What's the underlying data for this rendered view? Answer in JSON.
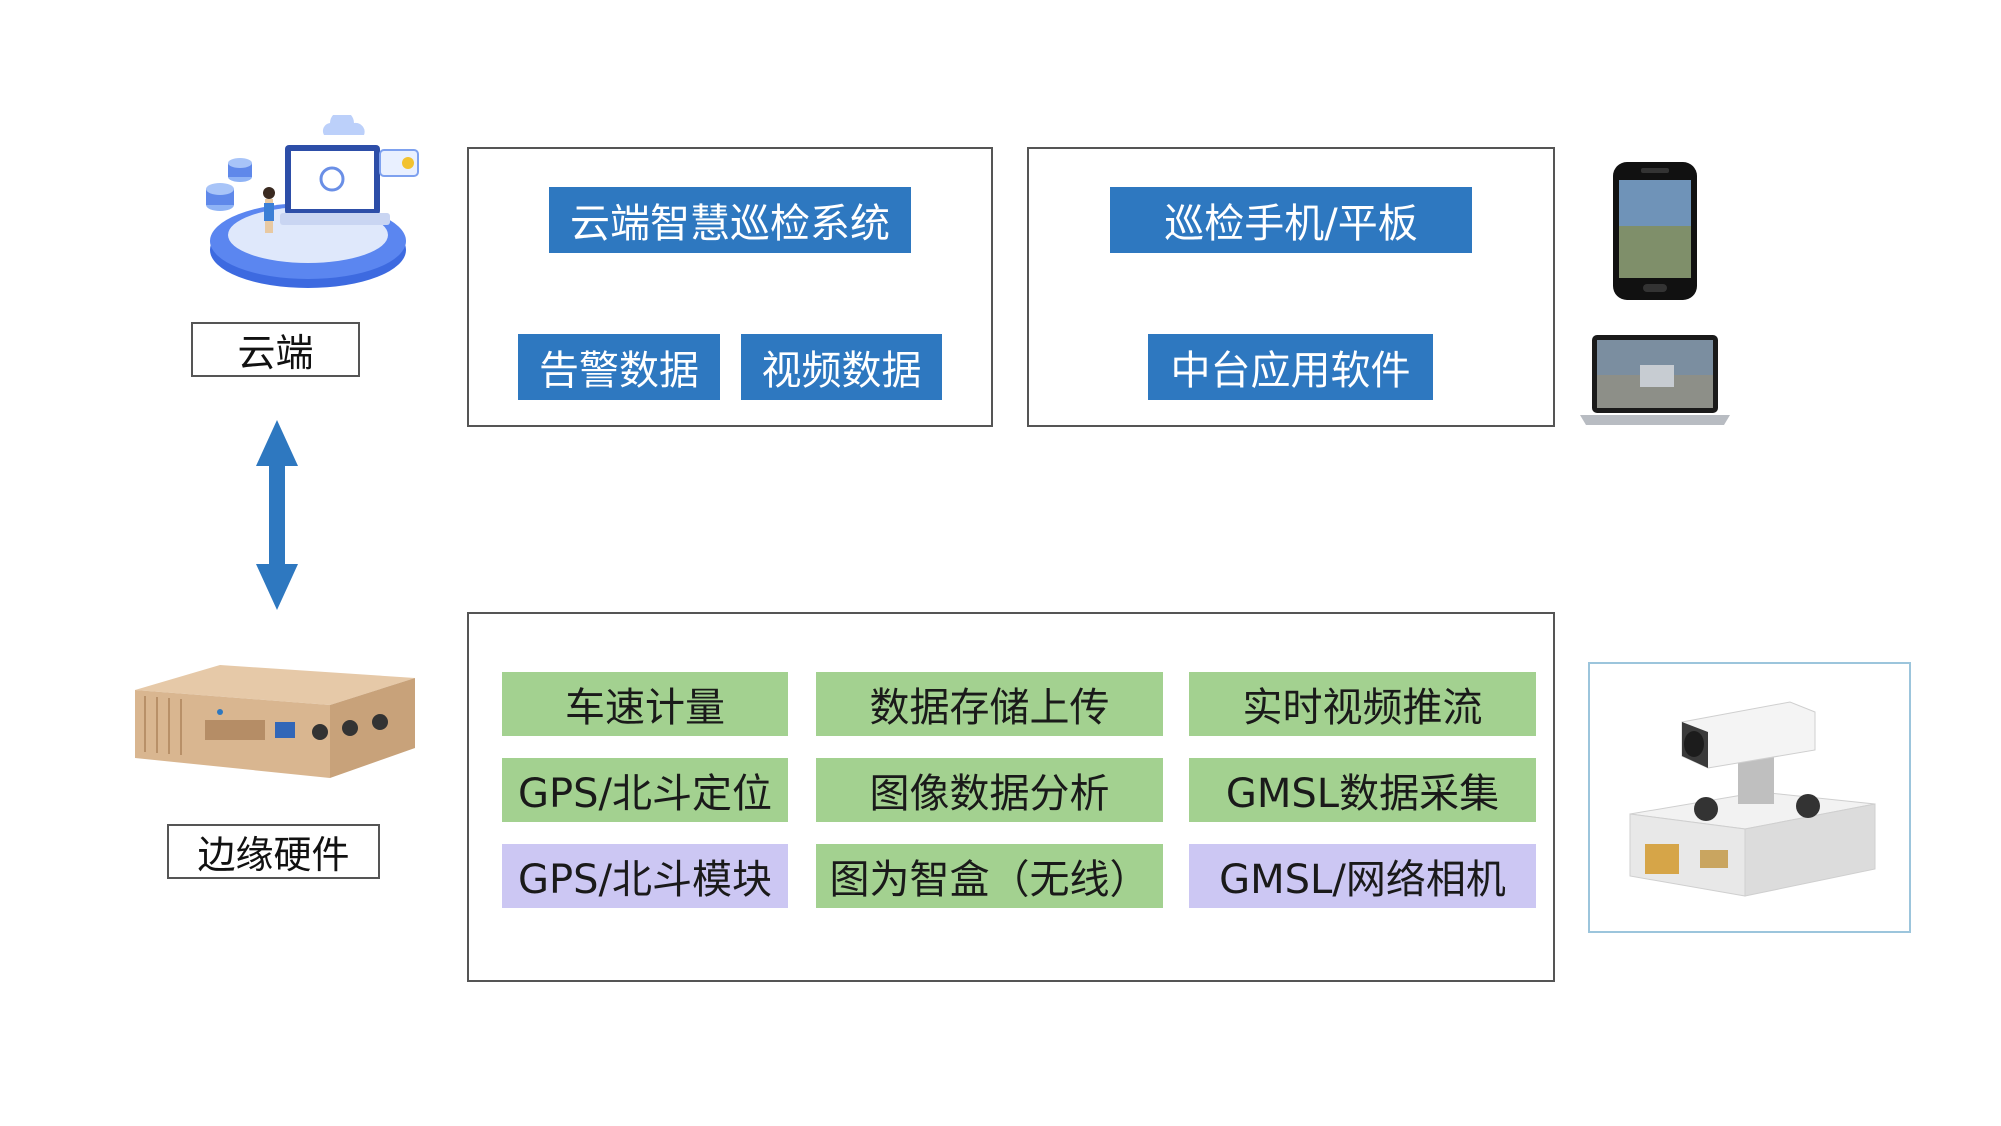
{
  "left": {
    "cloud_label": "云端",
    "edge_label": "边缘硬件",
    "cloud_icon": "cloud-computing-illustration",
    "edge_icon": "edge-computing-box",
    "arrow_icon": "bidirectional-arrow"
  },
  "cloud_panel": {
    "title": "云端智慧巡检系统",
    "tags": [
      "告警数据",
      "视频数据"
    ]
  },
  "client_panel": {
    "tags": [
      "巡检手机/平板",
      "中台应用软件"
    ]
  },
  "devices": {
    "phone_icon": "smartphone-icon",
    "laptop_icon": "laptop-icon",
    "camera_icon": "camera-device-icon"
  },
  "edge_panel": {
    "rows": [
      [
        "车速计量",
        "数据存储上传",
        "实时视频推流"
      ],
      [
        "GPS/北斗定位",
        "图像数据分析",
        "GMSL数据采集"
      ],
      [
        "GPS/北斗模块",
        "图为智盒（无线）",
        "GMSL/网络相机"
      ]
    ]
  },
  "colors": {
    "blue": "#2e78c0",
    "green": "#a3d190",
    "purple": "#ccc7f3",
    "border": "#555555"
  }
}
